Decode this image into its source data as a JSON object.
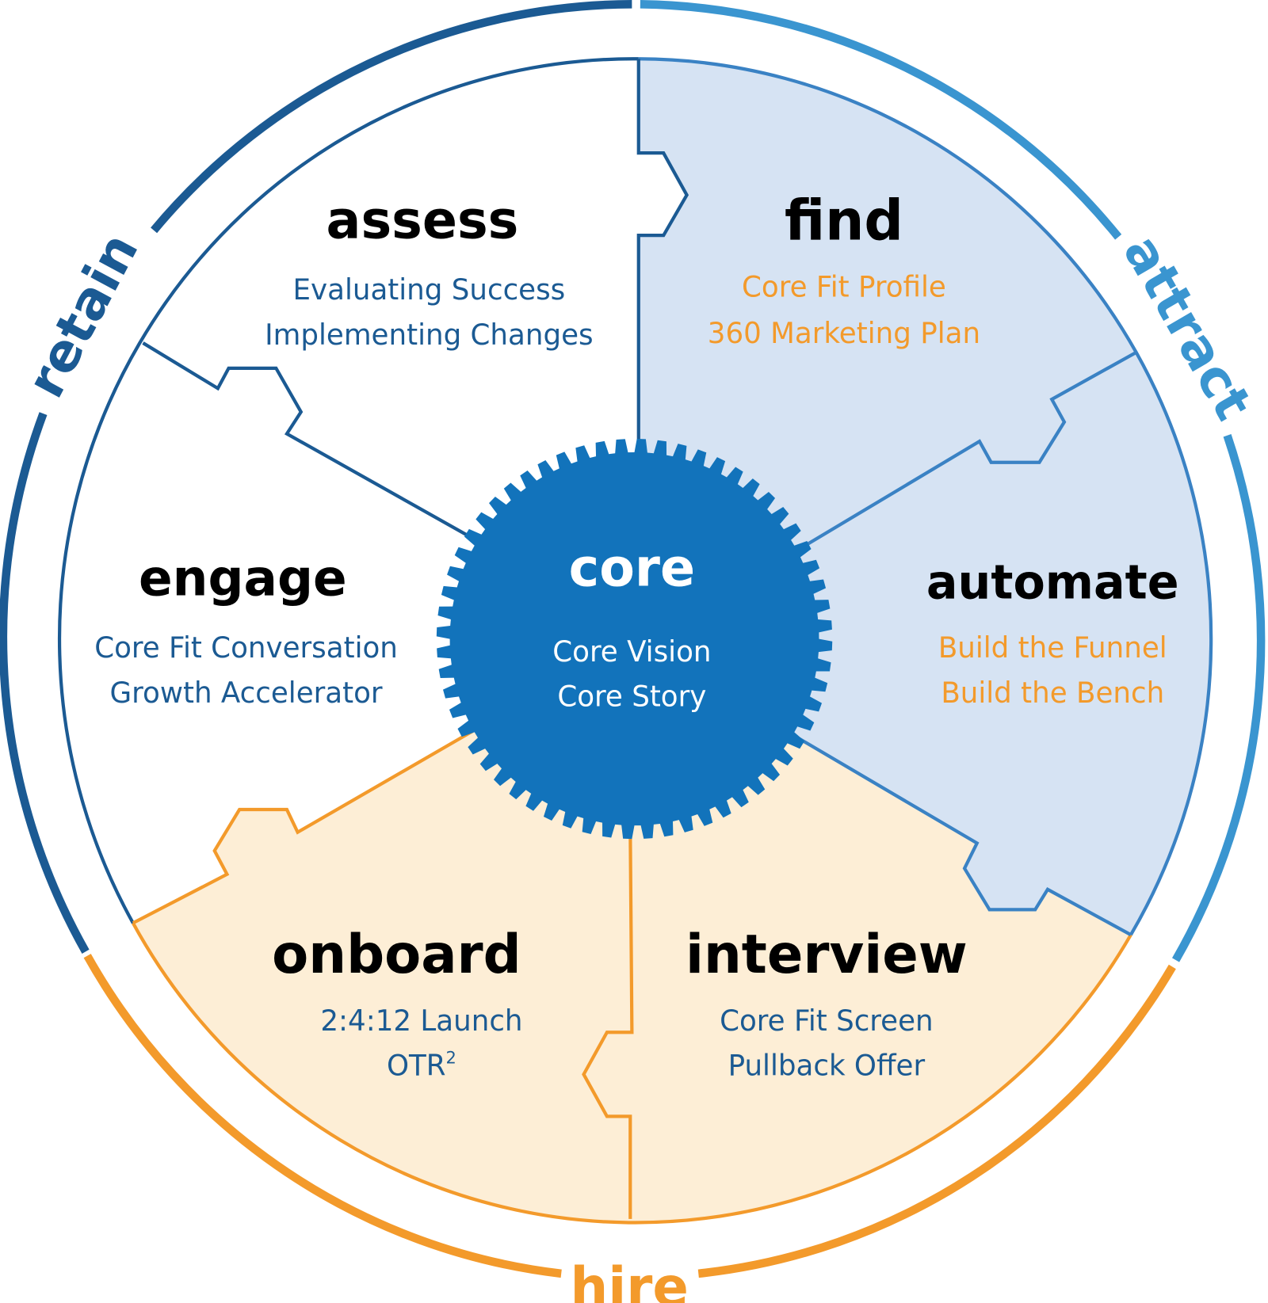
{
  "colors": {
    "dark_blue": "#1b5a93",
    "mid_blue": "#3a82c4",
    "light_blue": "#3a95d0",
    "blue_fill": "#d6e3f3",
    "orange": "#f39a2b",
    "orange_fill": "#fdeed6",
    "core": "#1273bb"
  },
  "ring": {
    "retain": "retain",
    "attract": "attract",
    "hire": "hire"
  },
  "core": {
    "title": "core",
    "lines": [
      "Core Vision",
      "Core Story"
    ]
  },
  "segments": {
    "assess": {
      "title": "assess",
      "lines": [
        "Evaluating Success",
        "Implementing Changes"
      ]
    },
    "find": {
      "title": "find",
      "lines": [
        "Core Fit Profile",
        "360 Marketing Plan"
      ]
    },
    "automate": {
      "title": "automate",
      "lines": [
        "Build the Funnel",
        "Build the Bench"
      ]
    },
    "interview": {
      "title": "interview",
      "lines": [
        "Core Fit Screen",
        "Pullback Offer"
      ]
    },
    "onboard": {
      "title": "onboard",
      "lines": [
        "2:4:12 Launch",
        "OTR"
      ],
      "superscript": "2"
    },
    "engage": {
      "title": "engage",
      "lines": [
        "Core Fit Conversation",
        "Growth Accelerator"
      ]
    }
  }
}
